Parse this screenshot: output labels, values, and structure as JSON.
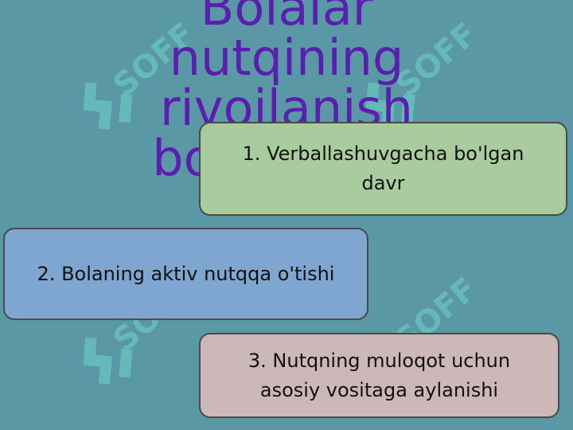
{
  "title": "Bolalar nutqining rivojlanish bosqichlari",
  "watermark": {
    "text": "SOFF",
    "icon": "soff-logo-icon",
    "color": "#6fd7c8"
  },
  "colors": {
    "background": "#5a98a6",
    "title": "#5b1fb0",
    "stage1": "#a8cc9e",
    "stage2": "#7fa6d0",
    "stage3": "#ccb8b8"
  },
  "stages": [
    {
      "label": "1. Verballashuvgacha bo'lgan davr"
    },
    {
      "label": "2. Bolaning aktiv nutqqa o'tishi"
    },
    {
      "label": "3. Nutqning muloqot uchun asosiy vositaga aylanishi"
    }
  ]
}
